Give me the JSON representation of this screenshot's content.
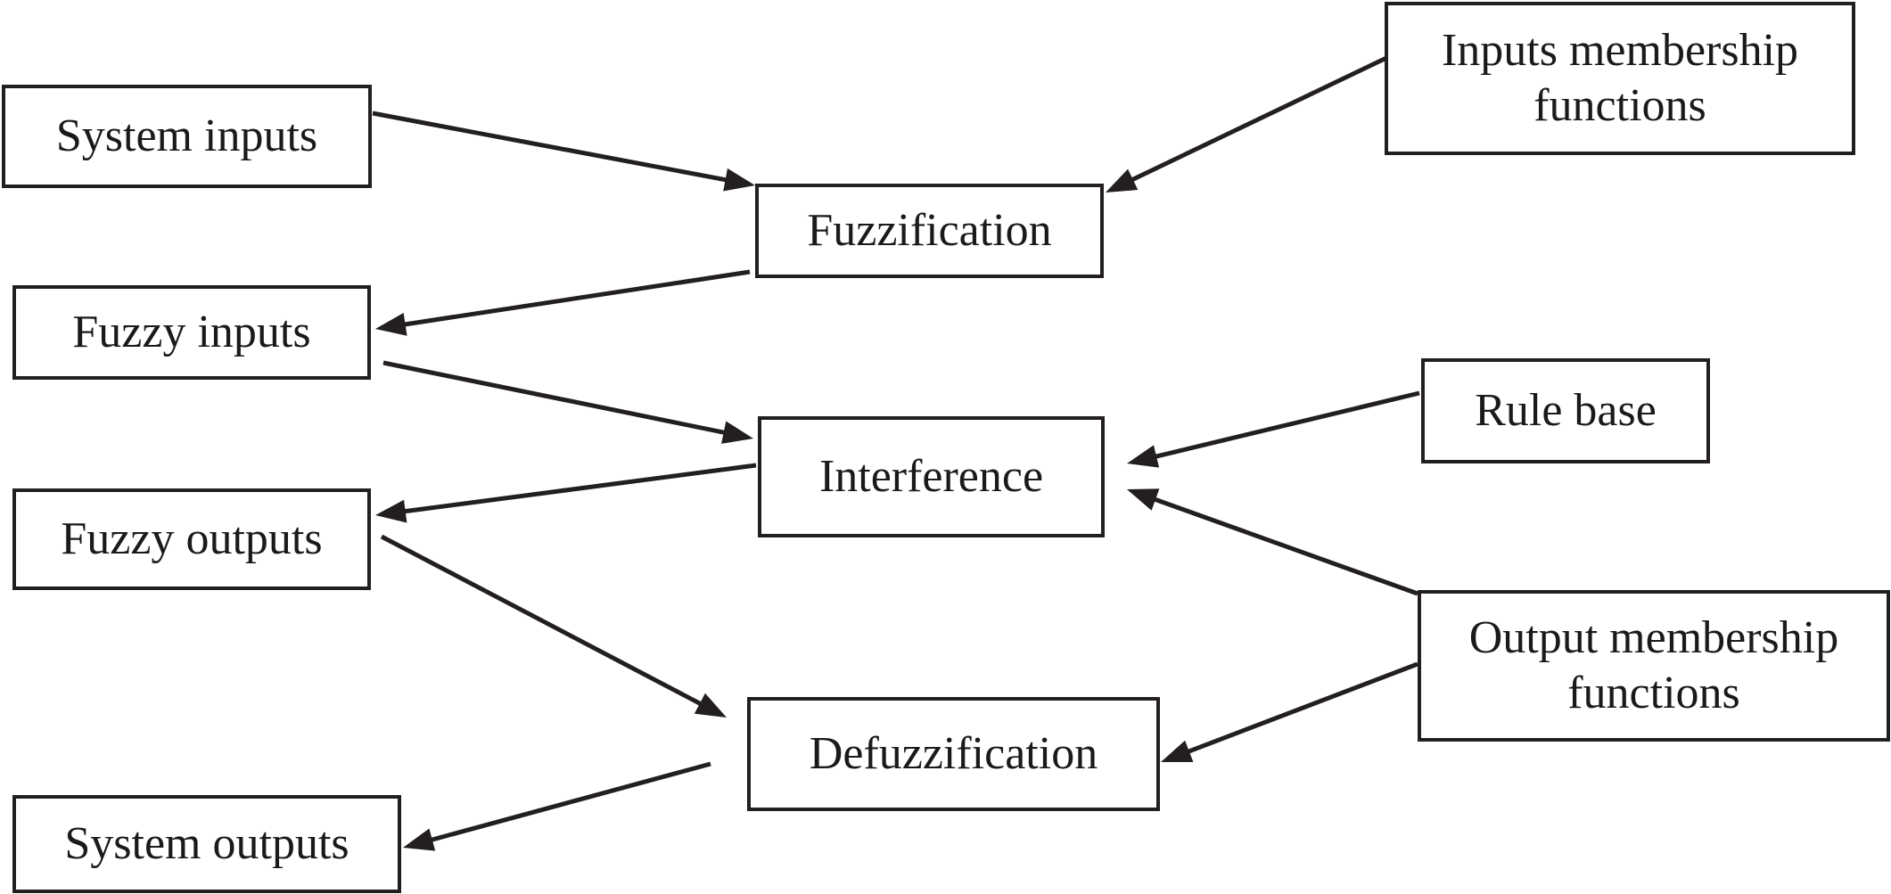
{
  "nodes": {
    "system_inputs": "System inputs",
    "fuzzy_inputs": "Fuzzy inputs",
    "fuzzy_outputs": "Fuzzy outputs",
    "system_outputs": "System outputs",
    "fuzzification": "Fuzzification",
    "interference": "Interference",
    "defuzzification": "Defuzzification",
    "inputs_membership_functions": "Inputs membership\nfunctions",
    "rule_base": "Rule base",
    "output_membership_functions": "Output membership\nfunctions"
  },
  "edges": [
    {
      "from": "system_inputs",
      "to": "fuzzification"
    },
    {
      "from": "inputs_membership_functions",
      "to": "fuzzification"
    },
    {
      "from": "fuzzification",
      "to": "fuzzy_inputs"
    },
    {
      "from": "fuzzy_inputs",
      "to": "interference"
    },
    {
      "from": "rule_base",
      "to": "interference"
    },
    {
      "from": "output_membership_functions",
      "to": "interference"
    },
    {
      "from": "interference",
      "to": "fuzzy_outputs"
    },
    {
      "from": "fuzzy_outputs",
      "to": "defuzzification"
    },
    {
      "from": "output_membership_functions",
      "to": "defuzzification"
    },
    {
      "from": "defuzzification",
      "to": "system_outputs"
    }
  ]
}
